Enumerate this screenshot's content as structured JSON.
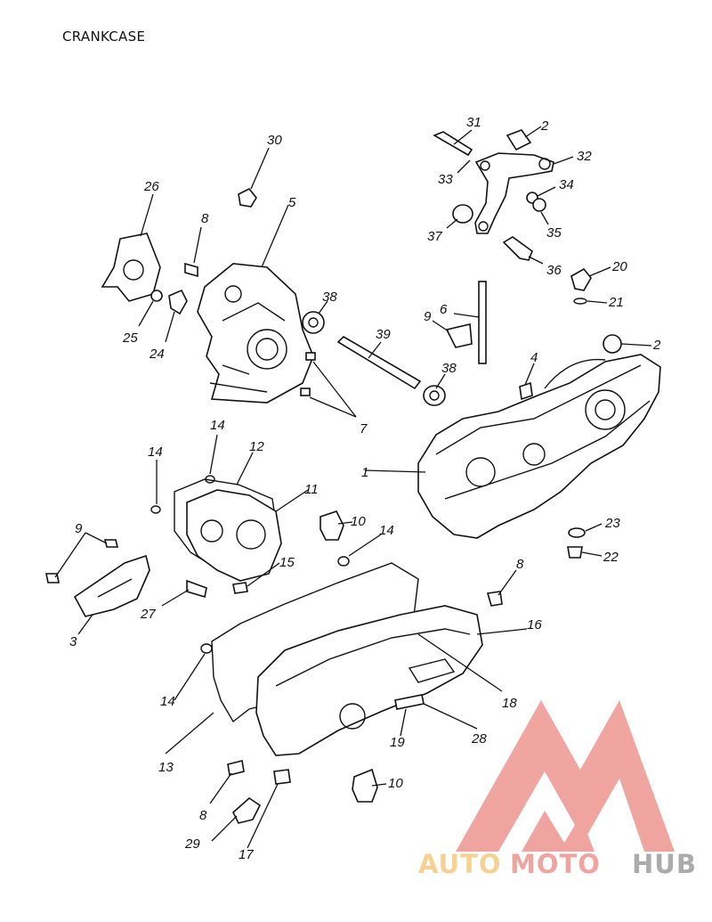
{
  "title": "CRANKCASE",
  "colors": {
    "ink": "#111111",
    "logo_red": "#f0a09b",
    "logo_yellow": "#f7cf8c",
    "logo_gray": "#a7a7a7"
  },
  "logo": {
    "word_auto": "AUTO",
    "word_moto": "MOTO",
    "word_hub": "HUB"
  },
  "callouts": [
    "1",
    "2",
    "2",
    "3",
    "4",
    "5",
    "6",
    "7",
    "8",
    "8",
    "8",
    "9",
    "9",
    "10",
    "10",
    "11",
    "12",
    "13",
    "14",
    "14",
    "14",
    "14",
    "15",
    "16",
    "17",
    "18",
    "19",
    "20",
    "21",
    "22",
    "23",
    "24",
    "25",
    "26",
    "27",
    "28",
    "29",
    "30",
    "31",
    "32",
    "33",
    "34",
    "35",
    "36",
    "37",
    "38",
    "38",
    "39"
  ]
}
